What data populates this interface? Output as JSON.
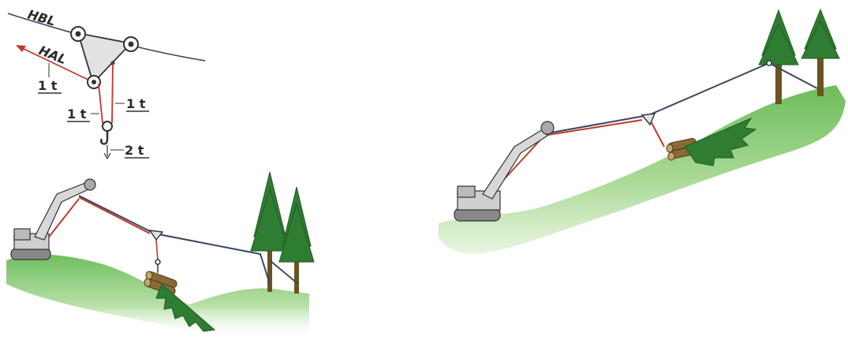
{
  "detail": {
    "labels": {
      "hbl": "HBL",
      "hal": "HAL",
      "hal_force": "1 t",
      "left_force": "1 t",
      "right_force": "1 t",
      "hook_force": "2 t"
    }
  },
  "colors": {
    "skyline": "#3a4660",
    "haul_line": "#c0392b",
    "pulley_plate": "#e2e2e2",
    "machine": "#cfcfcf",
    "tree": "#2f7d33",
    "trunk": "#6b5320",
    "ground": "#7cc56a"
  },
  "icons": [
    "triangular-pulley-block",
    "hook-icon",
    "excavator",
    "spruce-tree",
    "log-bundle"
  ]
}
